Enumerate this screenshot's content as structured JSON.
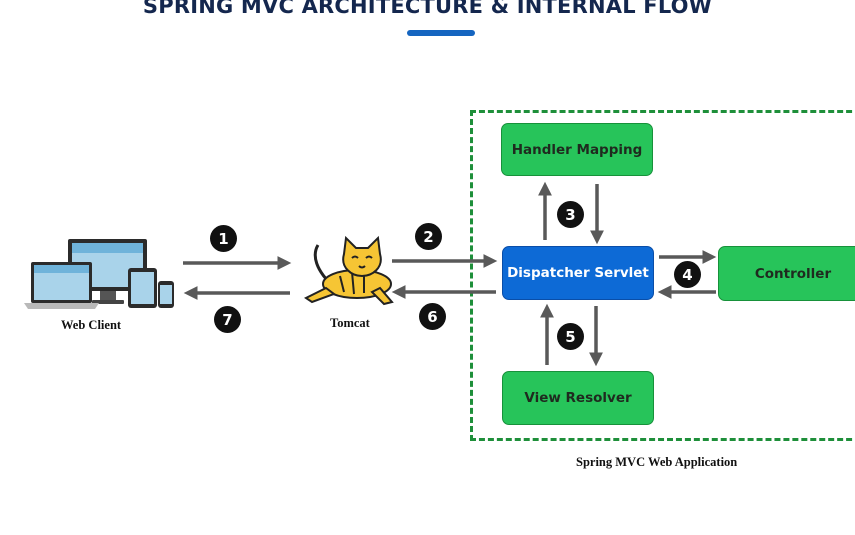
{
  "title": "SPRING MVC ARCHITECTURE & INTERNAL FLOW",
  "colors": {
    "title": "#14274e",
    "accent_bar": "#1565c0",
    "component_green": "#27c45a",
    "dispatcher_blue": "#0d6ad6",
    "arrow": "#595959",
    "boundary_green": "#1e8f3a"
  },
  "nodes": {
    "web_client": {
      "label": "Web Client",
      "icon": "devices-icon"
    },
    "tomcat": {
      "label": "Tomcat",
      "icon": "tomcat-cat-icon"
    },
    "handler_mapping": {
      "label": "Handler Mapping"
    },
    "dispatcher_servlet": {
      "label": "Dispatcher Servlet"
    },
    "controller": {
      "label": "Controller"
    },
    "view_resolver": {
      "label": "View Resolver"
    }
  },
  "boundary": {
    "label": "Spring MVC Web Application"
  },
  "steps": [
    "1",
    "2",
    "3",
    "4",
    "5",
    "6",
    "7"
  ]
}
